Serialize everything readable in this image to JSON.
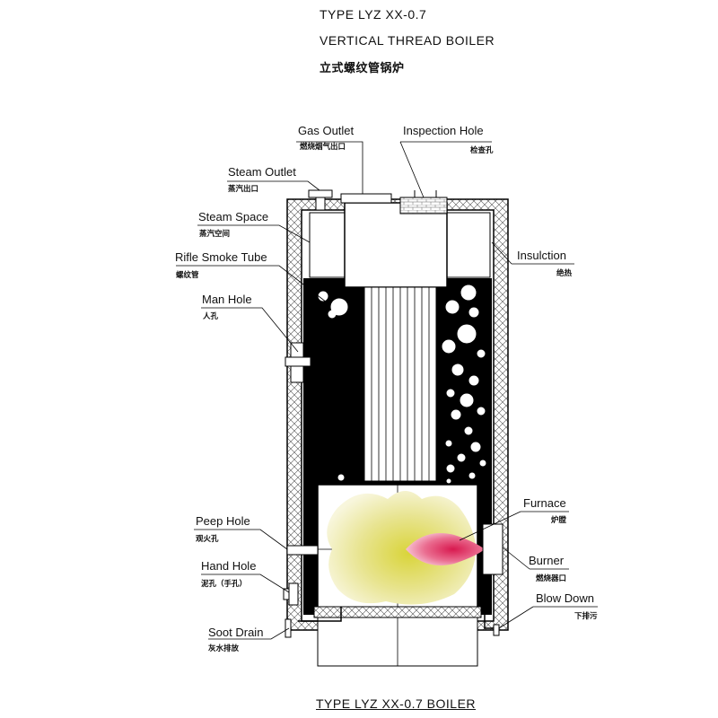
{
  "title": {
    "line1": "TYPE LYZ XX-0.7",
    "line2": "VERTICAL THREAD BOILER",
    "line3": "立式螺纹管锅炉"
  },
  "labels": {
    "gas_outlet": "Gas Outlet",
    "gas_outlet_cn": "燃烧烟气出口",
    "inspection_hole": "Inspection Hole",
    "inspection_hole_cn": "检查孔",
    "steam_outlet": "Steam Outlet",
    "steam_outlet_cn": "蒸汽出口",
    "steam_space": "Steam Space",
    "steam_space_cn": "蒸汽空间",
    "rifle_smoke_tube": "Rifle Smoke Tube",
    "rifle_smoke_tube_cn": "螺纹管",
    "man_hole": "Man Hole",
    "man_hole_cn": "人孔",
    "insulation": "Insulction",
    "insulation_cn": "绝热",
    "furnace": "Furnace",
    "furnace_cn": "炉膛",
    "peep_hole": "Peep Hole",
    "peep_hole_cn": "观火孔",
    "burner": "Burner",
    "burner_cn": "燃烧器口",
    "hand_hole": "Hand Hole",
    "hand_hole_cn": "泥孔（手孔）",
    "blow_down": "Blow Down",
    "blow_down_cn": "下排污",
    "soot_drain": "Soot Drain",
    "soot_drain_cn": "灰水排放"
  },
  "footer": "TYPE LYZ XX-0.7 BOILER",
  "colors": {
    "water": "#000000",
    "flame_outer": "#e6e08a",
    "flame_core": "#e0336a",
    "insulation_line": "#444444"
  }
}
